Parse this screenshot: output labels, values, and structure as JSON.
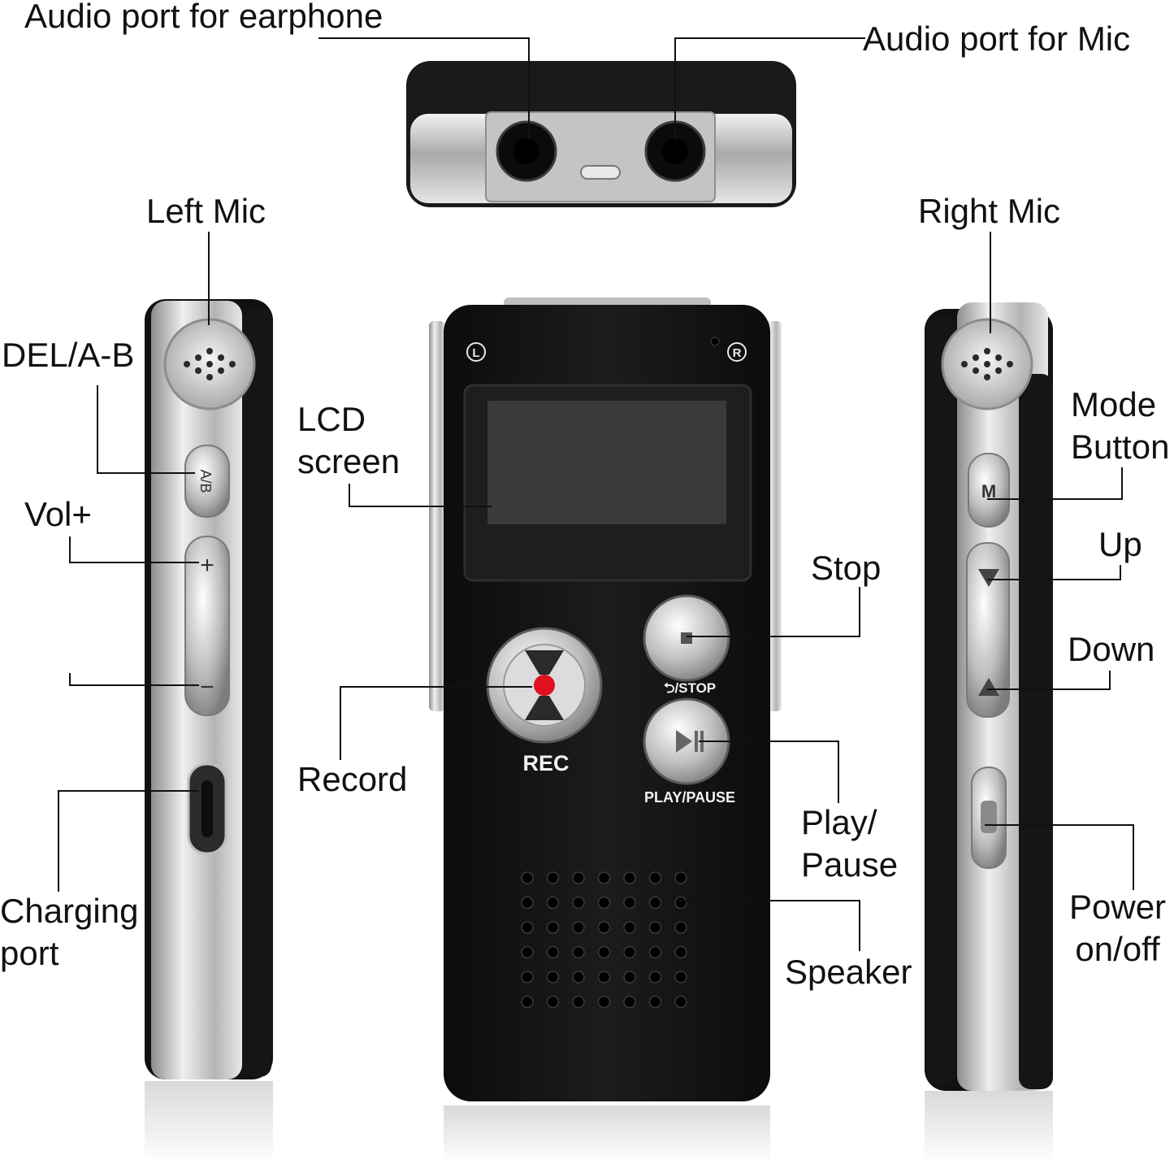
{
  "labels": {
    "audio_port_earphone": "Audio port for earphone",
    "audio_port_mic": "Audio port for Mic",
    "left_mic": "Left Mic",
    "right_mic": "Right Mic",
    "del_ab": "DEL/A-B",
    "vol_plus": "Vol+",
    "lcd_screen": [
      "LCD",
      "screen"
    ],
    "stop": "Stop",
    "record": "Record",
    "play_pause": [
      "Play/",
      "Pause"
    ],
    "speaker": "Speaker",
    "charging_port": [
      "Charging",
      "port"
    ],
    "mode_button": [
      "Mode",
      "Button"
    ],
    "up": "Up",
    "down": "Down",
    "power": [
      "Power",
      "on/off"
    ]
  },
  "device": {
    "rec_label": "REC",
    "stop_label": "⮌/STOP",
    "play_pause_label": "PLAY/PAUSE",
    "left_badge": "L",
    "right_badge": "R",
    "ab_key": "A/B",
    "mode_key": "M"
  },
  "colors": {
    "body": "#121214",
    "silver": "#c9c9cc",
    "record_dot": "#e0101e",
    "lcd": "#3a3a3c",
    "leader": "#111111"
  }
}
